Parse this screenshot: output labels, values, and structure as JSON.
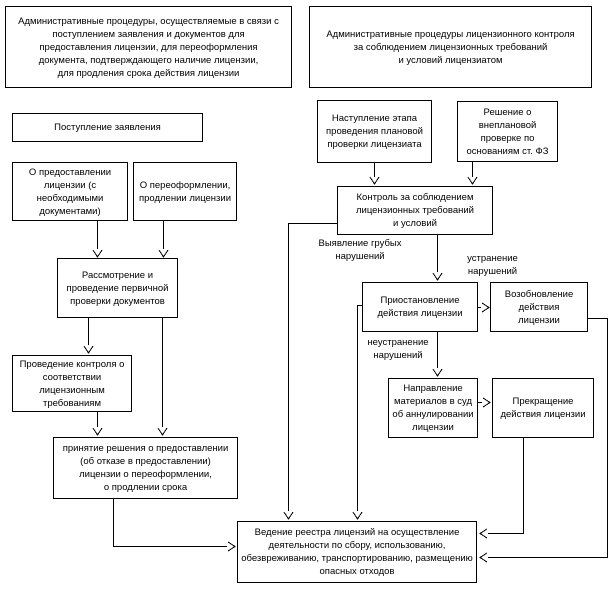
{
  "colors": {
    "line": "#000000",
    "text": "#000000",
    "background": "#ffffff"
  },
  "nodes": {
    "header_left": "Административные процедуры, осуществляемые в связи с\nпоступлением заявления и документов для\nпредоставления лицензии, для переоформления\nдокумента, подтверждающего наличие лицензии,\nдля продления срока действия лицензии",
    "header_right": "Административные процедуры лицензионного контроля\nза соблюдением лицензионных требований\nи условий лицензиатом",
    "application_receipt": "Поступление заявления",
    "grant_request": "О предоставлении\nлицензии (с\nнеобходимыми\nдокументами)",
    "renewal_request": "О переоформлении,\nпродлении лицензии",
    "initial_review": "Рассмотрение и\nпроведение первичной\nпроверки документов",
    "compliance_check": "Проведение контроля о\nсоответствии\nлицензионным\nтребованиям",
    "decision": "принятие решения о предоставлении\n(об отказе в предоставлении)\nлицензии о переоформлении,\nо продлении срока",
    "scheduled_inspection": "Наступление этапа\nпроведения плановой\nпроверки лицензиата",
    "unscheduled_inspection": "Решение о\nвнеплановой\nпроверке по\nоснованиям ст. ФЗ",
    "license_control": "Контроль за соблюдением\nлицензионных требований\nи условий",
    "suspension": "Приостановление\nдействия лицензии",
    "resumption": "Возобновление\nдействия\nлицензии",
    "court_referral": "Направление\nматериалов в суд\nоб аннулировании\nлицензии",
    "termination": "Прекращение\nдействия лицензии",
    "register": "Ведение реестра лицензий на осуществление\nдеятельности по сбору, использованию,\nобезвреживанию, транспортированию, размещению\nопасных отходов"
  },
  "labels": {
    "gross_violations": "Выявление грубых\nнарушений",
    "remedied": "устранение\nнарушений",
    "not_remedied": "неустранение\nнарушений"
  }
}
